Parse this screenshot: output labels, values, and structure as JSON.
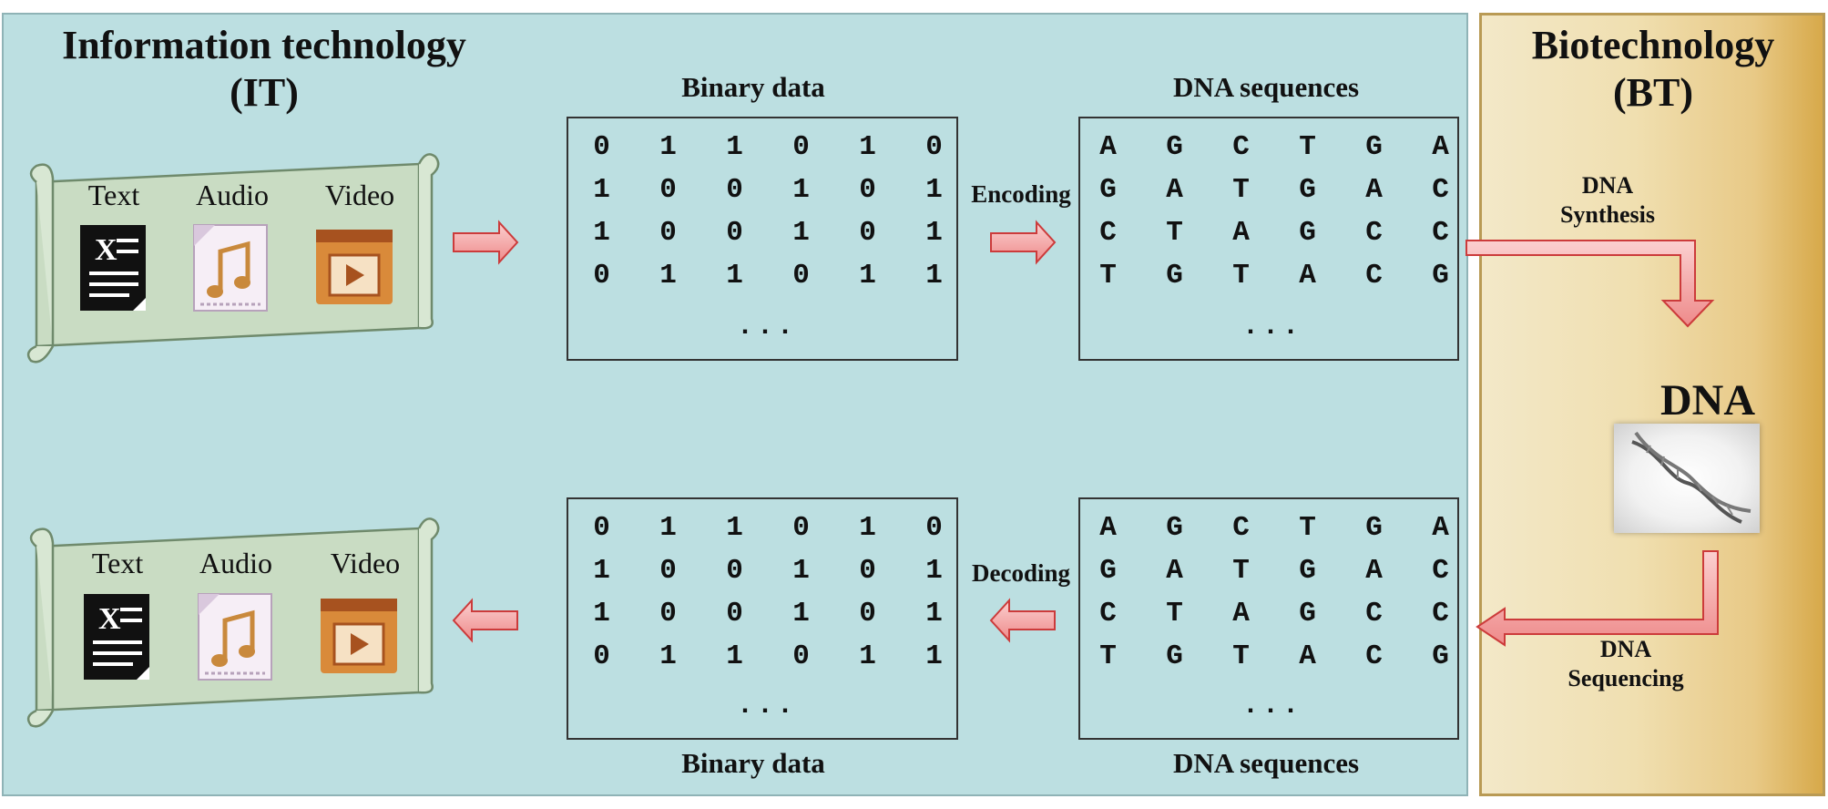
{
  "it_panel": {
    "title_line1": "Information technology",
    "title_line2": "(IT)"
  },
  "bt_panel": {
    "title_line1": "Biotechnology",
    "title_line2": "(BT)"
  },
  "media": {
    "text": "Text",
    "audio": "Audio",
    "video": "Video"
  },
  "binary_title": "Binary data",
  "dna_seq_title": "DNA sequences",
  "encoding": "Encoding",
  "decoding": "Decoding",
  "dna_synthesis_line1": "DNA",
  "dna_synthesis_line2": "Synthesis",
  "dna_sequencing_line1": "DNA",
  "dna_sequencing_line2": "Sequencing",
  "dna_label": "DNA",
  "ellipsis": "...",
  "binary_rows": [
    [
      "0",
      "1",
      "1",
      "0",
      "1",
      "0"
    ],
    [
      "1",
      "0",
      "0",
      "1",
      "0",
      "1"
    ],
    [
      "1",
      "0",
      "0",
      "1",
      "0",
      "1"
    ],
    [
      "0",
      "1",
      "1",
      "0",
      "1",
      "1"
    ]
  ],
  "dna_rows": [
    [
      "A",
      "G",
      "C",
      "T",
      "G",
      "A"
    ],
    [
      "G",
      "A",
      "T",
      "G",
      "A",
      "C"
    ],
    [
      "C",
      "T",
      "A",
      "G",
      "C",
      "C"
    ],
    [
      "T",
      "G",
      "T",
      "A",
      "C",
      "G"
    ]
  ],
  "colors": {
    "it_bg": "#bcdfe1",
    "bt_bg": "#e8c986",
    "arrow": "#f3a0a0",
    "scroll": "#c9dcc3"
  },
  "icons": {
    "text": "text-document-icon",
    "audio": "audio-file-icon",
    "video": "video-folder-icon",
    "dna": "dna-helix-image"
  }
}
